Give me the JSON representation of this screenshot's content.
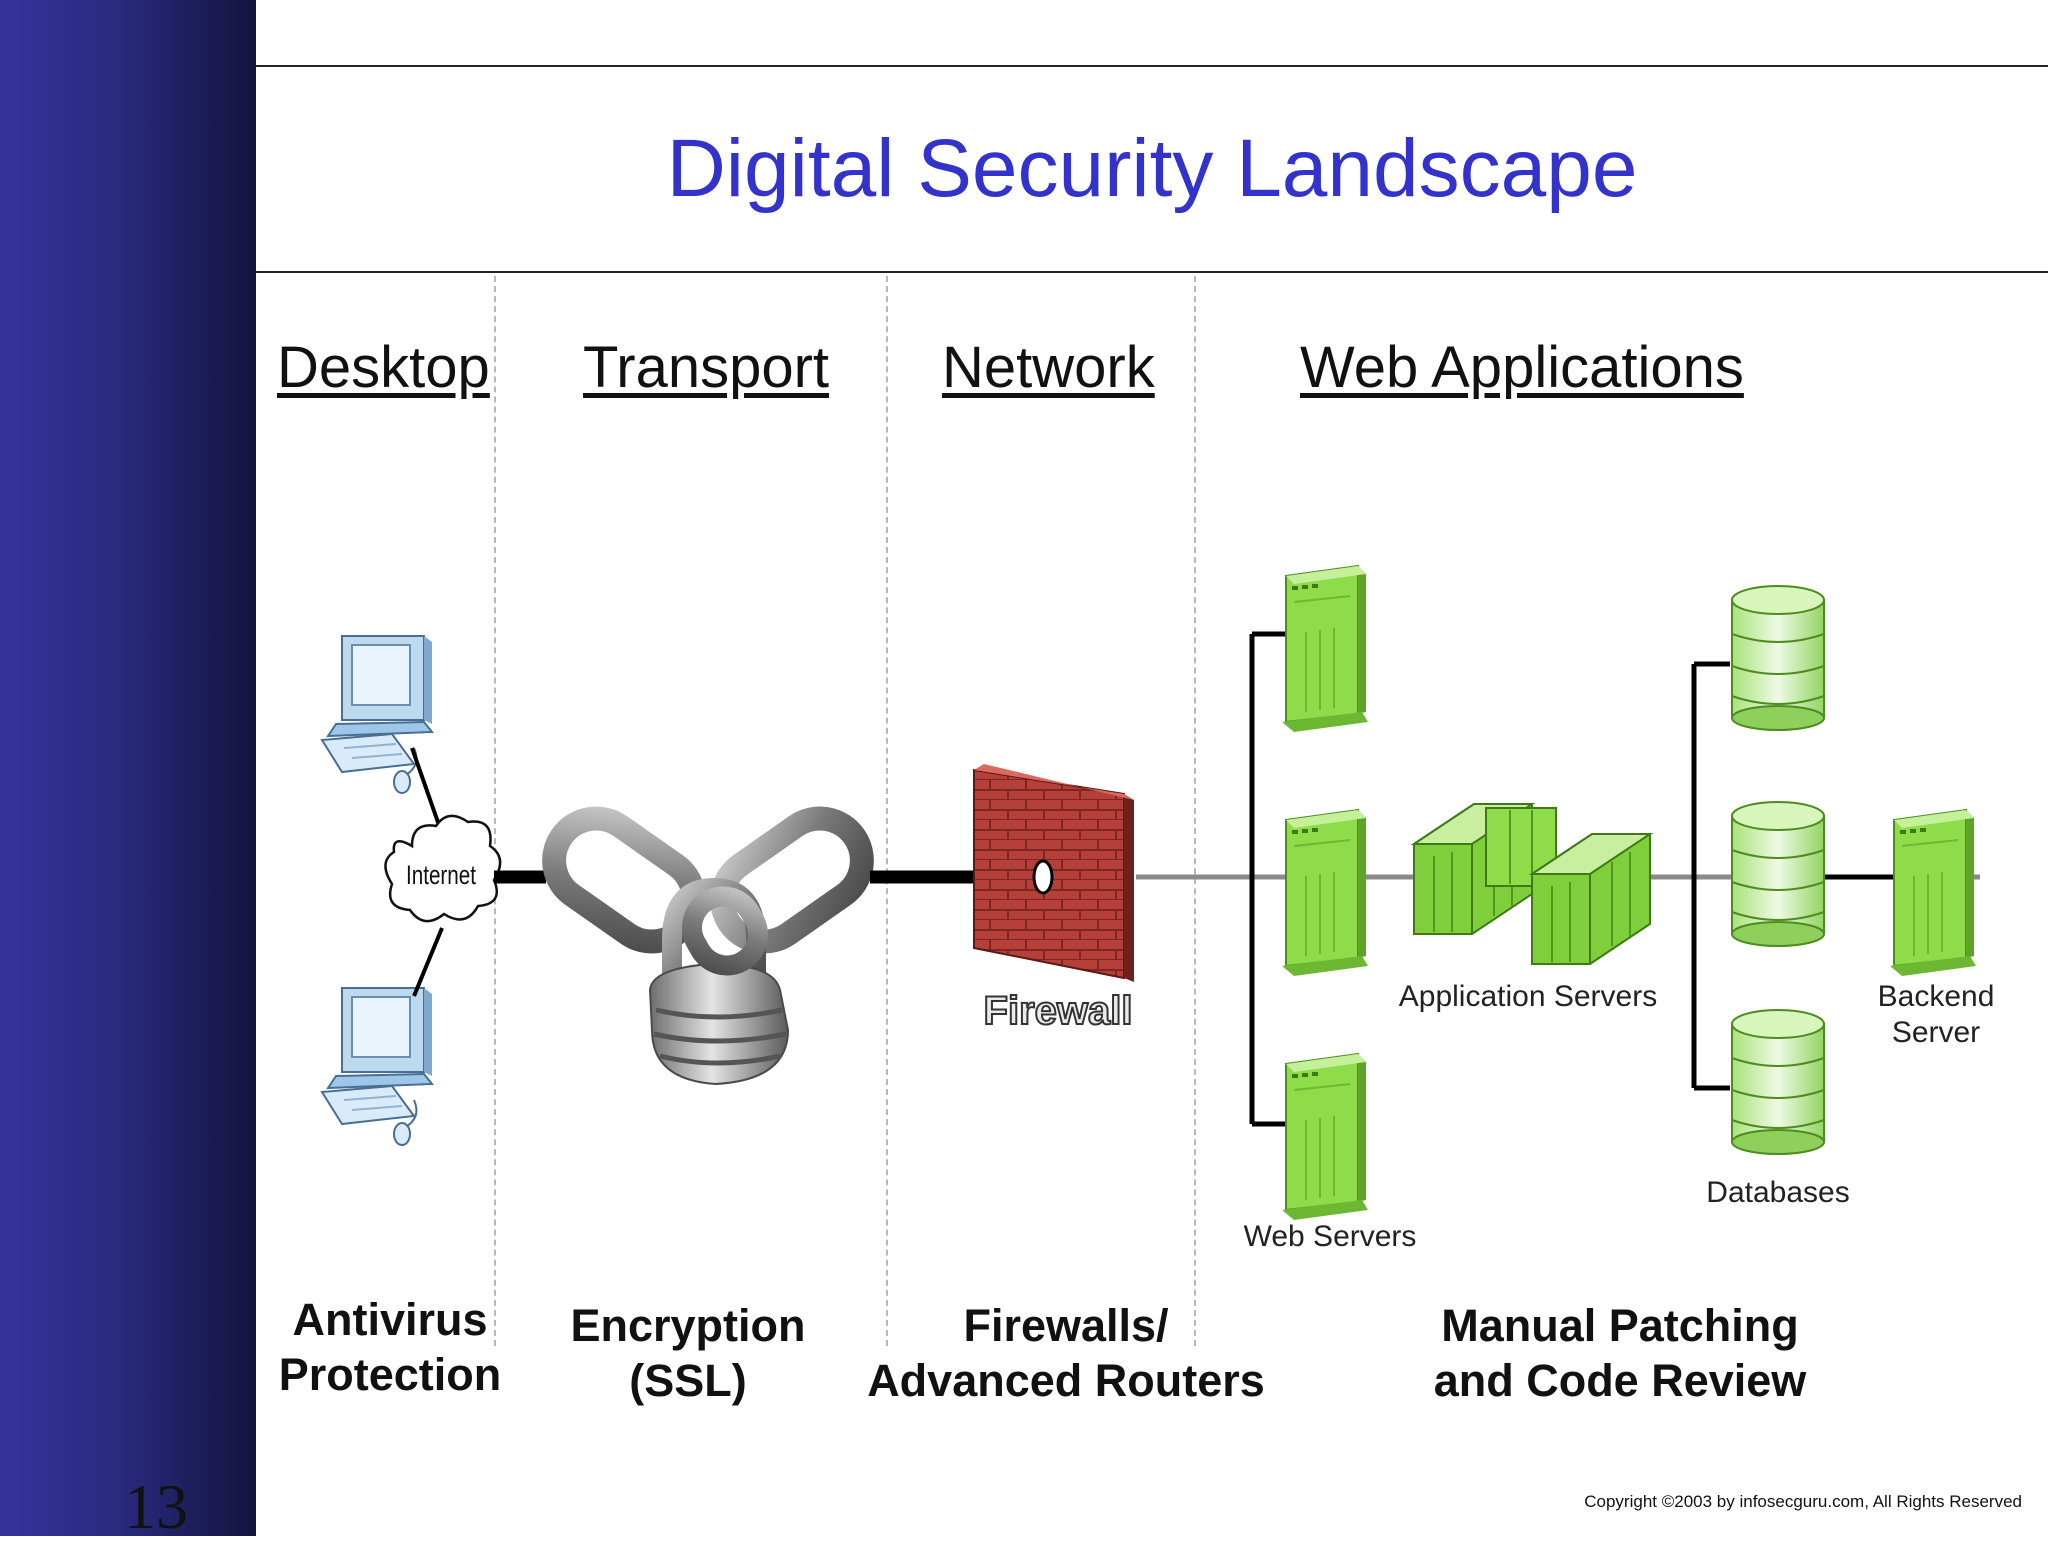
{
  "slide": {
    "title": "Digital Security Landscape",
    "number": "13",
    "copyright": "Copyright  ©2003 by infosecguru.com, All Rights Reserved"
  },
  "columns": [
    {
      "heading": "Desktop",
      "footer": [
        "Antivirus",
        "Protection"
      ]
    },
    {
      "heading": "Transport",
      "footer": [
        "Encryption",
        "(SSL)"
      ]
    },
    {
      "heading": "Network",
      "footer": [
        "Firewalls/",
        "Advanced Routers"
      ]
    },
    {
      "heading": "Web Applications",
      "footer": [
        "Manual Patching",
        "and Code Review"
      ]
    }
  ],
  "diagram": {
    "internet_label": "Internet",
    "firewall_label": "Firewall",
    "web_servers_label": "Web Servers",
    "app_servers_label": "Application Servers",
    "databases_label": "Databases",
    "backend_label": [
      "Backend",
      "Server"
    ]
  },
  "colors": {
    "title": "#3333cc",
    "sidebar": "#2a2a80",
    "server_green": "#8fdc4a",
    "firewall_red": "#b5403a",
    "monitor_blue": "#9cc7e8"
  }
}
